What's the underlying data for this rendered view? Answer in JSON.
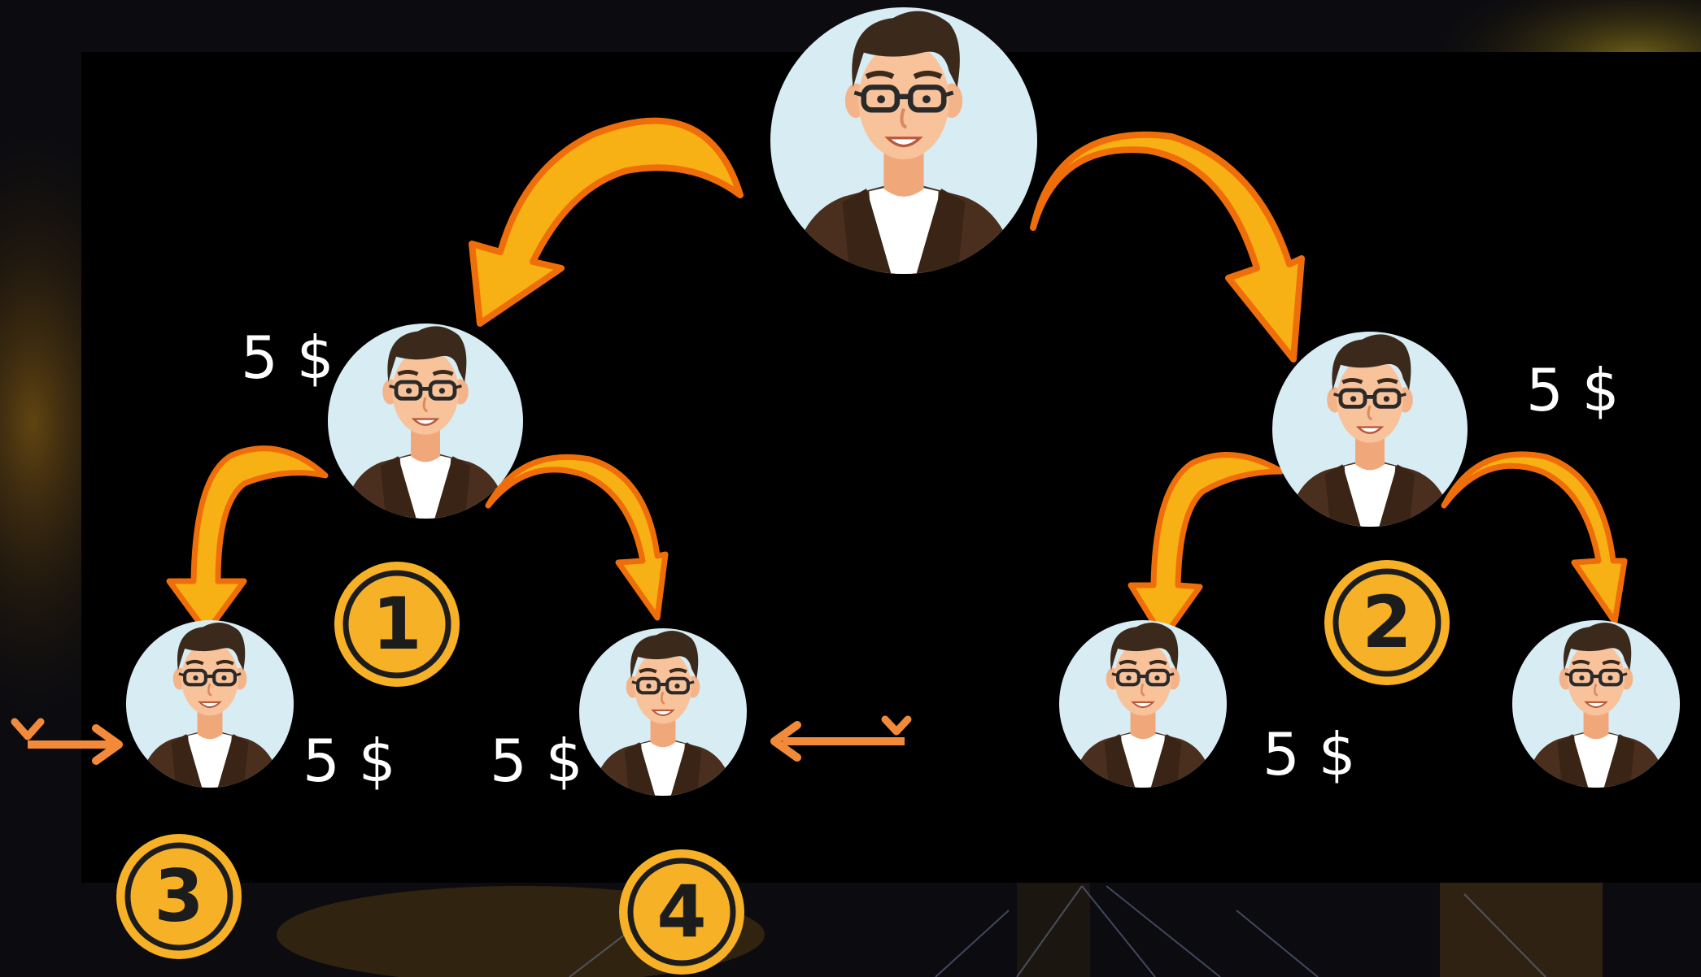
{
  "amounts": {
    "level1_left": "5 $",
    "level1_right": "5 $",
    "leaf_1": "5 $",
    "leaf_2": "5 $",
    "leaf_3": "5 $"
  },
  "badges": {
    "b1": "1",
    "b2": "2",
    "b3": "3",
    "b4": "4"
  },
  "colors": {
    "avatar_bg": "#d8ecf4",
    "arrow_fill": "#f7b114",
    "arrow_stroke": "#f06e0a",
    "badge_fill": "#f6b126",
    "badge_text": "#1c1c1c",
    "connector_top": "#f7c548",
    "connector_bottom": "#f28a3a",
    "panel": "#000000"
  },
  "icons": {
    "avatar": "man-with-glasses-avatar",
    "curved_arrow": "curved-arrow",
    "connector": "elbow-connector-arrow",
    "badge": "numbered-circle-badge"
  }
}
